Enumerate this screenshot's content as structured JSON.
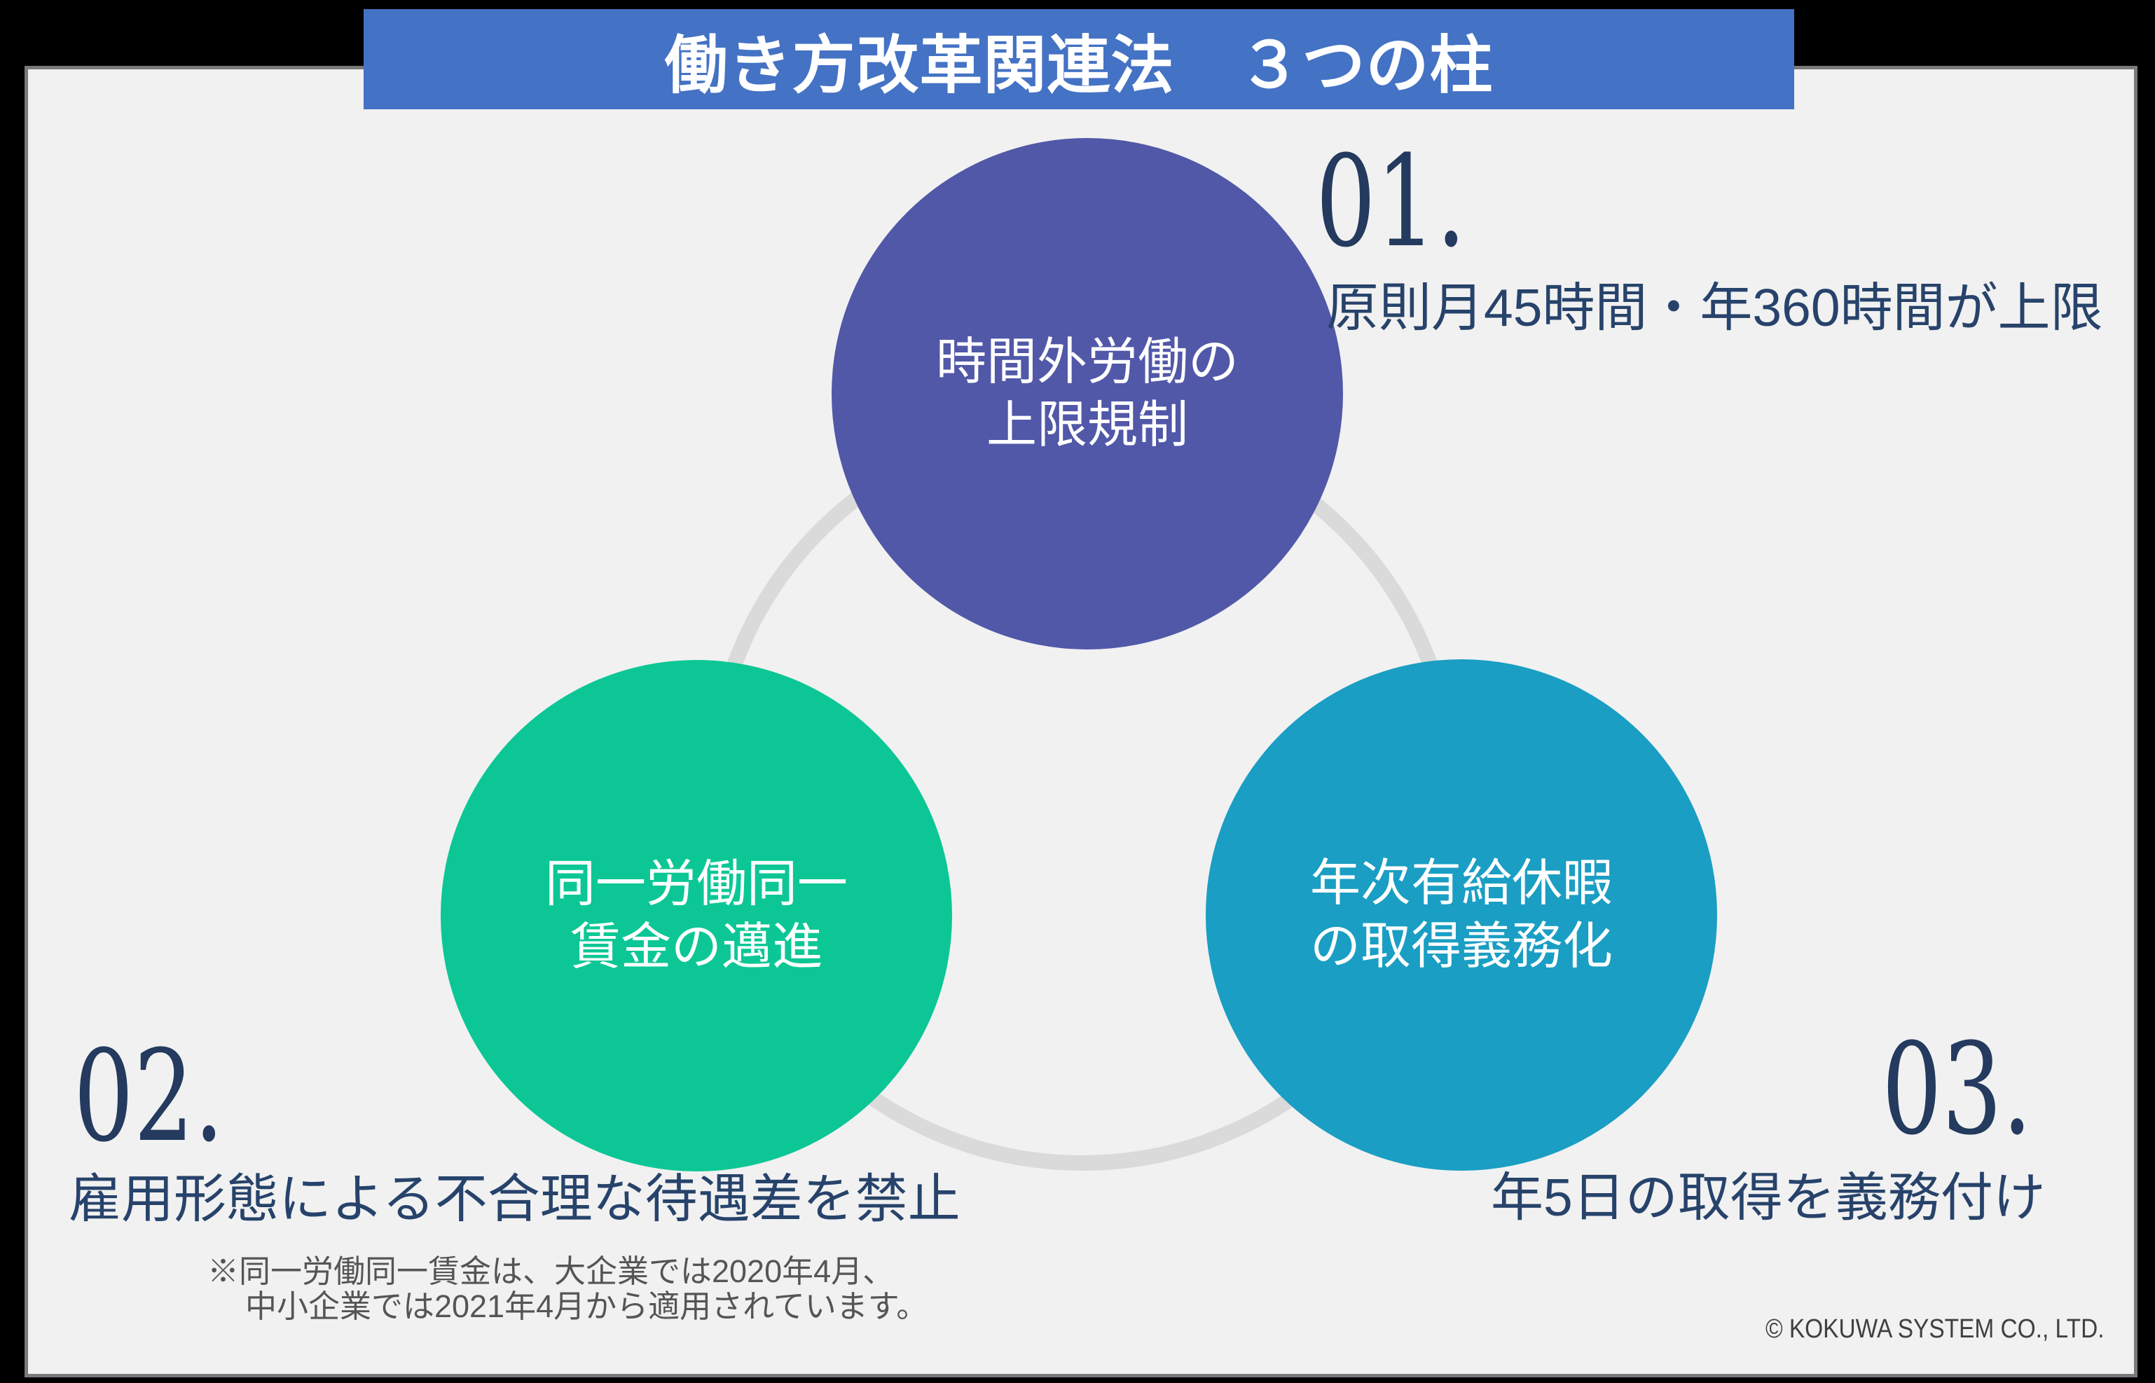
{
  "title_banner": {
    "text": "働き方改革関連法　３つの柱"
  },
  "pillars": [
    {
      "id": "overtime-cap",
      "number": "01.",
      "circle_line1": "時間外労働の",
      "circle_line2": "上限規制",
      "description": "原則月45時間・年360時間が上限",
      "circle_color": "#5158A8"
    },
    {
      "id": "equal-pay",
      "number": "02.",
      "circle_line1": "同一労働同一",
      "circle_line2": "賃金の邁進",
      "description": "雇用形態による不合理な待遇差を禁止",
      "circle_color": "#0CC795"
    },
    {
      "id": "paid-leave",
      "number": "03.",
      "circle_line1": "年次有給休暇",
      "circle_line2": "の取得義務化",
      "description": "年5日の取得を義務付け",
      "circle_color": "#1A9EC3"
    }
  ],
  "footnote": {
    "line1": "※同一労働同一賃金は、大企業では2020年4月、",
    "line2": "中小企業では2021年4月から適用されています。"
  },
  "copyright": "© KOKUWA SYSTEM CO., LTD.",
  "colors": {
    "banner": "#4472C4",
    "banner_text": "#FFFFFF",
    "background": "#F1F1F1",
    "frame": "#000000",
    "ring": "#DADADA",
    "number_text": "#243A5E",
    "description_text": "#27436B",
    "circle_text": "#FFFFFF",
    "footnote_text": "#555555",
    "copyright_text": "#404040"
  }
}
